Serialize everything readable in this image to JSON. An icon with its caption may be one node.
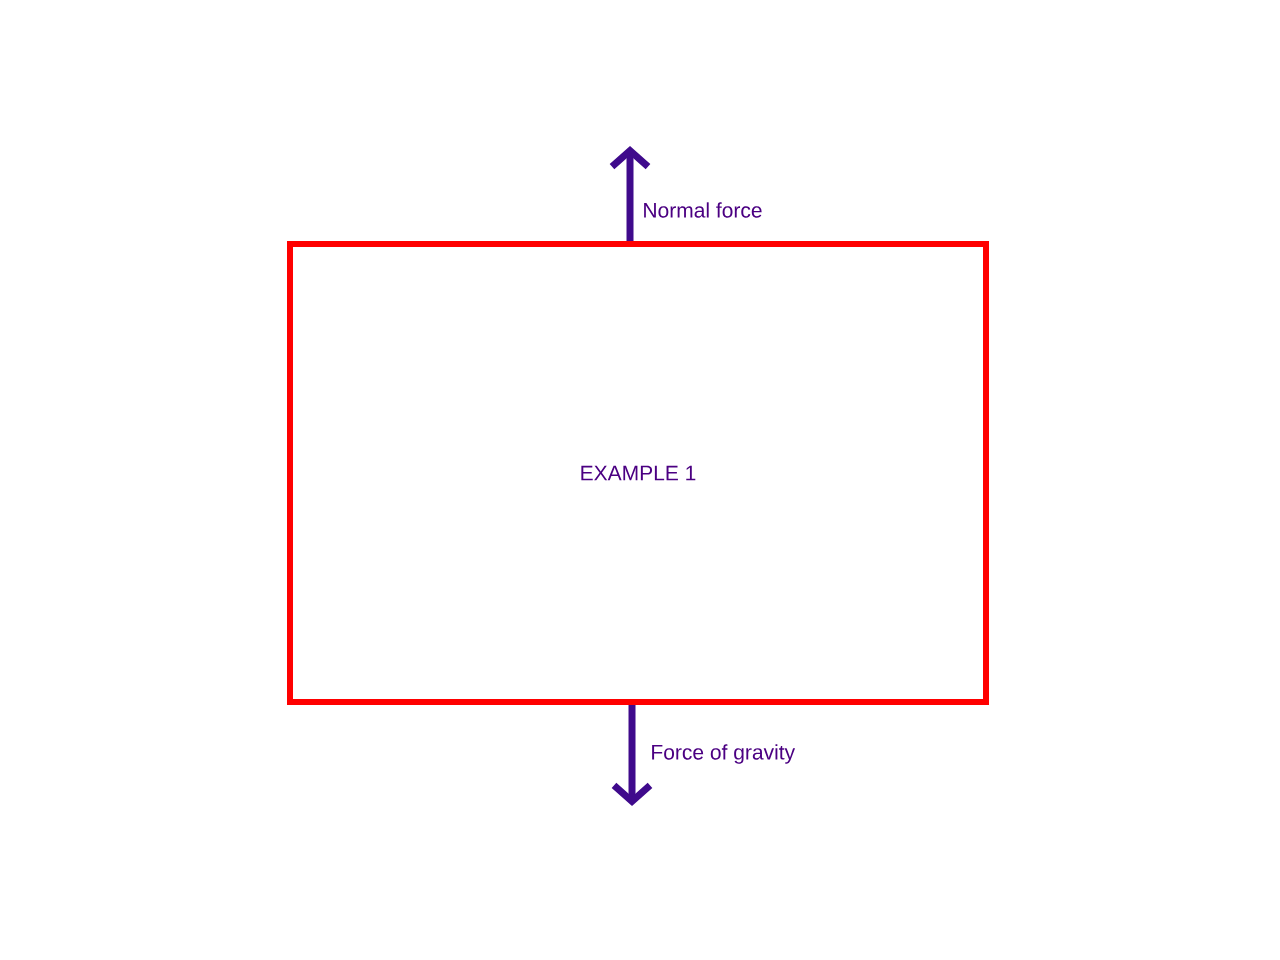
{
  "diagram": {
    "nodes": [
      {
        "text": [
          "EXAMPLE 1"
        ]
      }
    ],
    "labels": [
      "Normal force",
      "Force of gravity"
    ]
  }
}
